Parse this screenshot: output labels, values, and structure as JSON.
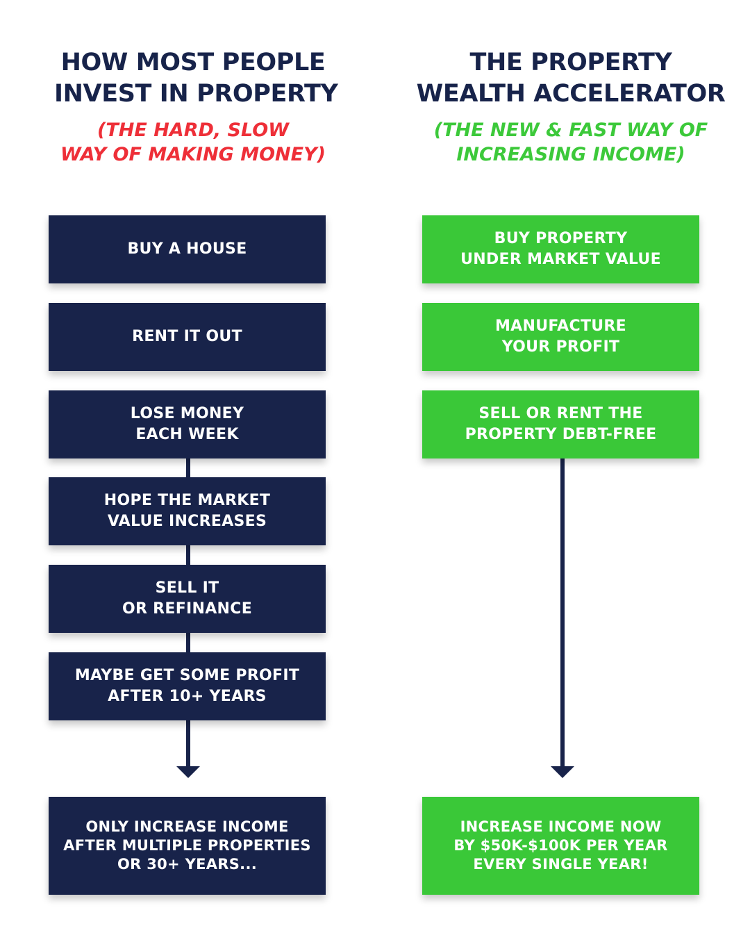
{
  "left_column": {
    "heading": [
      "HOW MOST PEOPLE",
      "INVEST IN PROPERTY"
    ],
    "subheading": [
      "(THE HARD, SLOW",
      "WAY OF MAKING MONEY)"
    ],
    "steps": [
      [
        "BUY A HOUSE"
      ],
      [
        "RENT IT OUT"
      ],
      [
        "LOSE MONEY",
        "EACH WEEK"
      ],
      [
        "HOPE THE MARKET",
        "VALUE INCREASES"
      ],
      [
        "SELL IT",
        "OR REFINANCE"
      ],
      [
        "MAYBE GET SOME PROFIT",
        "AFTER 10+ YEARS"
      ]
    ],
    "outcome": [
      "ONLY INCREASE INCOME",
      "AFTER MULTIPLE PROPERTIES",
      "OR 30+ YEARS..."
    ]
  },
  "right_column": {
    "heading": [
      "THE PROPERTY",
      "WEALTH ACCELERATOR"
    ],
    "subheading": [
      "(THE NEW & FAST WAY OF",
      "INCREASING INCOME)"
    ],
    "steps": [
      [
        "BUY PROPERTY",
        "UNDER MARKET VALUE"
      ],
      [
        "MANUFACTURE",
        "YOUR PROFIT"
      ],
      [
        "SELL OR RENT THE",
        "PROPERTY DEBT-FREE"
      ]
    ],
    "outcome": [
      "INCREASE INCOME NOW",
      "BY $50K-$100K PER YEAR",
      "EVERY SINGLE YEAR!"
    ]
  },
  "colors": {
    "navy": "#18234a",
    "green": "#3ac838",
    "red_accent": "#ee2f38",
    "green_accent": "#3cc93a"
  }
}
